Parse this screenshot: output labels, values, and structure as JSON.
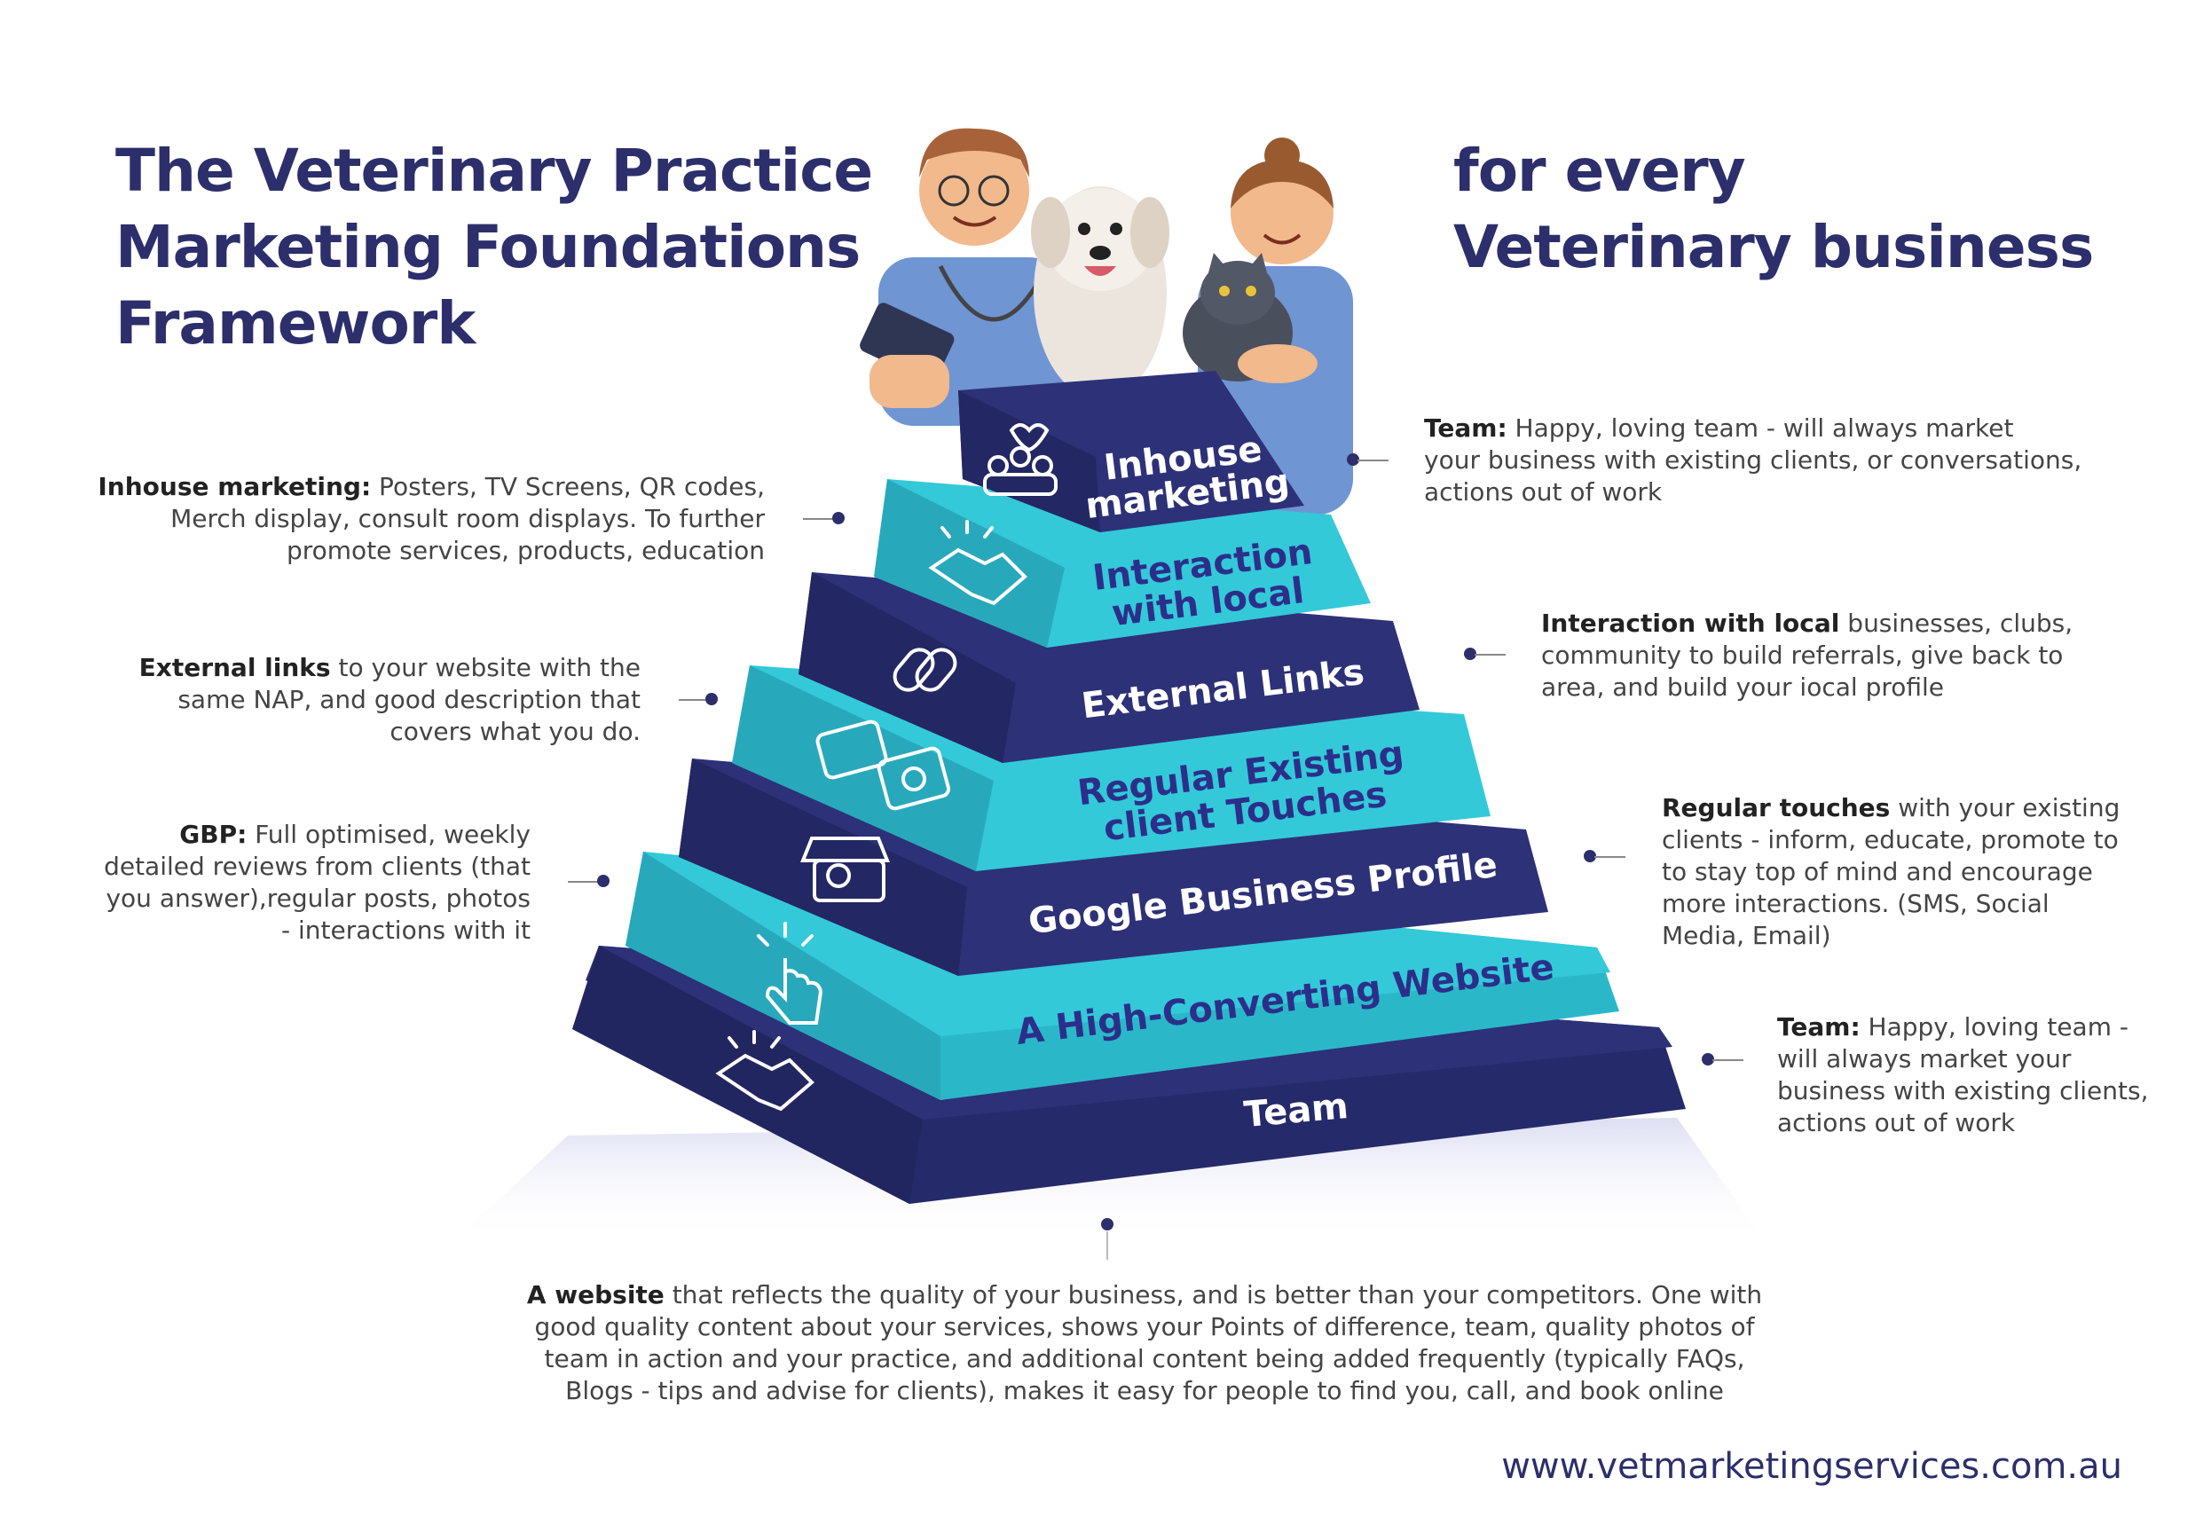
{
  "title_left": [
    "The Veterinary Practice",
    "Marketing Foundations",
    "Framework"
  ],
  "title_right": [
    "for every",
    "Veterinary business"
  ],
  "pyramid_steps": [
    {
      "label_lines": [
        "Inhouse",
        "marketing"
      ],
      "color": "dark",
      "icon": "community-heart-icon"
    },
    {
      "label_lines": [
        "Interaction",
        "with local"
      ],
      "color": "cyan",
      "icon": "handshake-icon"
    },
    {
      "label_lines": [
        "External Links"
      ],
      "color": "dark",
      "icon": "link-icon"
    },
    {
      "label_lines": [
        "Regular Existing",
        "client Touches"
      ],
      "color": "cyan",
      "icon": "email-at-icon"
    },
    {
      "label_lines": [
        "Google Business Profile"
      ],
      "color": "dark",
      "icon": "storefront-icon"
    },
    {
      "label_lines": [
        "A High-Converting Website"
      ],
      "color": "cyan",
      "icon": "click-hand-icon"
    },
    {
      "label_lines": [
        "Team"
      ],
      "color": "dark",
      "icon": "team-handshake-icon"
    }
  ],
  "notes": {
    "inhouse": {
      "bold": "Inhouse marketing:",
      "text_lines": [
        " Posters, TV Screens, QR codes,",
        "Merch display, consult room displays.  To further",
        "promote services, products, education"
      ]
    },
    "external_links": {
      "bold": "External links",
      "text_lines": [
        " to your website with the",
        "same NAP, and good description that",
        "covers what you do."
      ]
    },
    "gbp": {
      "bold": "GBP:",
      "text_lines": [
        "  Full optimised, weekly",
        "detailed reviews from clients (that",
        "you answer),regular posts, photos",
        "- interactions with it"
      ]
    },
    "team_top": {
      "bold": "Team:",
      "text_lines": [
        "  Happy, loving team - will always market",
        "your business with existing clients, or conversations,",
        "actions out of work"
      ]
    },
    "interaction": {
      "bold": "Interaction with local",
      "text_lines": [
        " businesses, clubs,",
        "community to build referrals, give back to",
        "area, and build your iocal profile"
      ]
    },
    "regular_touches": {
      "bold": "Regular touches",
      "text_lines": [
        " with your existing",
        "clients - inform, educate, promote to",
        "to stay top of mind and encourage",
        "more interactions. (SMS, Social",
        "Media, Email)"
      ]
    },
    "team_bottom": {
      "bold": "Team:",
      "text_lines": [
        " Happy, loving team -",
        "will always market your",
        "business with existing clients,",
        "actions out of work"
      ]
    },
    "website": {
      "bold": "A website",
      "text_lines": [
        " that reflects the quality of your business, and is better than your competitors.  One with",
        "good quality content about your services, shows your Points of difference, team, quality photos of",
        "team in action and your practice, and additional content being added frequently (typically FAQs,",
        "Blogs - tips and advise for clients), makes it easy for people to find you, call, and book online"
      ]
    }
  },
  "footer_url": "www.vetmarketingservices.com.au",
  "colors": {
    "navy": "#2c2f6b",
    "pyramid_dark": "#2d3178",
    "pyramid_cyan": "#33c9d9",
    "cyan_text": "#2c2f8a"
  }
}
